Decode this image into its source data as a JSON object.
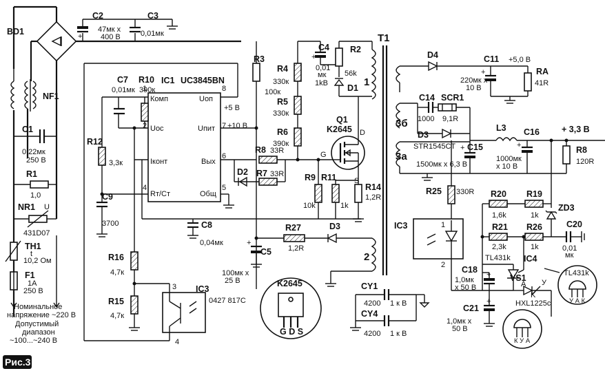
{
  "figure": {
    "label": "Рис.3"
  },
  "ic1": {
    "name": "IC1",
    "part": "UC3845BN",
    "pins": {
      "comp_name": "Комп",
      "comp_num": "1",
      "uoc_name": "Uос",
      "uoc_num": "2",
      "iconst_name": "Iконт",
      "rtct_name": "Rт/Cт",
      "rtct_num": "4",
      "uon_name": "Uоп",
      "uon_num": "8",
      "upit_name": "Uпит",
      "upit_num": "7",
      "vyh_name": "Вых",
      "vyh_num": "6",
      "obsh_name": "Общ",
      "obsh_num": "5"
    },
    "vref": "+5 В",
    "vcc": "+10 В"
  },
  "components": {
    "bd1": "BD1",
    "c2": {
      "ref": "C2",
      "v1": "47мк x",
      "v2": "400 В"
    },
    "c3": {
      "ref": "C3",
      "v1": "0,01мк"
    },
    "nf1": "NF1",
    "c1": {
      "ref": "C1",
      "v1": "0,22мк",
      "v2": "250 В"
    },
    "r1": {
      "ref": "R1",
      "v1": "1,0"
    },
    "nr1": {
      "ref": "NR1",
      "v1": "431D07",
      "u": "U"
    },
    "th1": {
      "ref": "TH1",
      "t": "t",
      "v1": "10,2 Ом"
    },
    "f1": {
      "ref": "F1",
      "v1": "1А",
      "v2": "250 В"
    },
    "c7": {
      "ref": "C7",
      "v1": "0,01мк"
    },
    "r10": {
      "ref": "R10",
      "v1": "390к"
    },
    "r12": {
      "ref": "R12",
      "v1": "3,3к"
    },
    "c9": {
      "ref": "C9",
      "v1": "3700"
    },
    "r16": {
      "ref": "R16",
      "v1": "4,7к"
    },
    "r15": {
      "ref": "R15",
      "v1": "4,7к"
    },
    "ic3": {
      "ref": "IC3",
      "part": "0427 817C",
      "pin3": "3",
      "pin4": "4"
    },
    "r3": {
      "ref": "R3",
      "v1": "100к"
    },
    "c8": {
      "ref": "C8",
      "v1": "0,04мк"
    },
    "c5": {
      "ref": "C5",
      "v1": "100мк x",
      "v2": "25 В"
    },
    "r4": {
      "ref": "R4",
      "v1": "330к"
    },
    "r5": {
      "ref": "R5",
      "v1": "330к"
    },
    "r6": {
      "ref": "R6",
      "v1": "390к"
    },
    "r8a": {
      "ref": "R8",
      "v1": "33R"
    },
    "r7": {
      "ref": "R7",
      "v1": "33R"
    },
    "d2": "D2",
    "g_label": "G",
    "d_label": "D",
    "s_label": "S",
    "c4": {
      "ref": "C4",
      "v1": "0,01",
      "v2": "мк",
      "v3": "1kB"
    },
    "r2": {
      "ref": "R2",
      "v1": "56k"
    },
    "d1": "D1",
    "q1": {
      "ref": "Q1",
      "part": "K2645"
    },
    "r9": {
      "ref": "R9",
      "v1": "10k"
    },
    "r11": {
      "ref": "R11",
      "v1": "1k"
    },
    "r14": {
      "ref": "R14",
      "v1": "1,2R"
    },
    "r27": {
      "ref": "R27",
      "v1": "1,2R"
    },
    "d3a": "D3",
    "k2645_pkg": {
      "title": "K2645",
      "pins": "G D S"
    },
    "cy1": {
      "ref": "CY1",
      "v1": "4200",
      "v2": "1 к В"
    },
    "cy4": {
      "ref": "CY4",
      "v1": "4200",
      "v2": "1 к В"
    },
    "t1": "T1",
    "w1": "1",
    "w2": "2",
    "w3b": "3б",
    "w3a": "3а",
    "d4": "D4",
    "c11": {
      "ref": "C11",
      "v1": "220мк x",
      "v2": "10 В"
    },
    "out5": "+5,0 В",
    "ra": {
      "ref": "RA",
      "v1": "41R"
    },
    "c14": {
      "ref": "C14",
      "v1": "1000"
    },
    "scr1": {
      "ref": "SCR1",
      "v1": "9,1R"
    },
    "d3b": {
      "ref": "D3",
      "v1": "STR1545CT"
    },
    "c15": {
      "ref": "C15",
      "v1": "1500мк x 6,3 В"
    },
    "l3": "L3",
    "c16": {
      "ref": "C16",
      "v1": "1000мк",
      "v2": "x 10 В"
    },
    "out33": "+ 3,3 В",
    "r8b": {
      "ref": "R8",
      "v1": "120R"
    },
    "r25": {
      "ref": "R25",
      "v1": "330R"
    },
    "r20": {
      "ref": "R20",
      "v1": "1,6k"
    },
    "r19": {
      "ref": "R19",
      "v1": "1k"
    },
    "zd3": "ZD3",
    "ic3b": {
      "ref": "IC3",
      "pin1": "1",
      "pin2": "2"
    },
    "r21": {
      "ref": "R21",
      "v1": "2,3k"
    },
    "r26": {
      "ref": "R26",
      "v1": "1k"
    },
    "c20": {
      "ref": "C20",
      "v1": "0,01",
      "v2": "мк"
    },
    "ic4": {
      "ref": "IC4",
      "part": "TL431k"
    },
    "c18": {
      "ref": "C18",
      "v1": "1,0мк",
      "v2": "x 50 В"
    },
    "vs1": {
      "ref": "VS1",
      "part": "HXL1225c",
      "a": "A",
      "k": "K",
      "y": "У"
    },
    "tl431k_pkg": {
      "title": "TL431k",
      "pins": "У А К"
    },
    "c21": {
      "ref": "C21",
      "v1": "1,0мк x",
      "v2": "50 В"
    },
    "hxl_pkg": {
      "pins": "К У А"
    }
  },
  "notes": {
    "nominal1": "Номинальное",
    "nominal2": "напряжение ~220 В",
    "range1": "Допустимый",
    "range2": "диапазон",
    "range3": "~100...~240 В"
  }
}
